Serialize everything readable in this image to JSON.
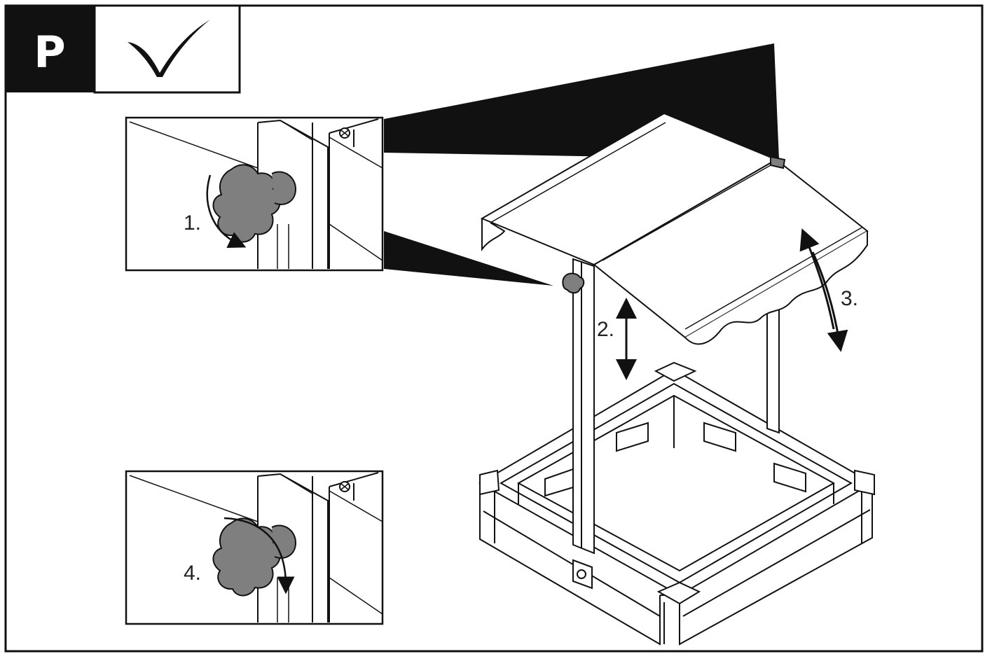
{
  "step": {
    "letter": "P",
    "check_icon": "checkmark-icon"
  },
  "callouts": {
    "loosen": {
      "label": "1.",
      "icon": "rotate-arrow-icon"
    },
    "tighten": {
      "label": "4.",
      "icon": "rotate-arrow-icon"
    }
  },
  "motion_labels": {
    "raise_lower": "2.",
    "tilt": "3."
  },
  "colors": {
    "ink": "#111111",
    "knob": "#7f7f7f",
    "panel_fill": "#ffffff",
    "header_block": "#111111"
  }
}
